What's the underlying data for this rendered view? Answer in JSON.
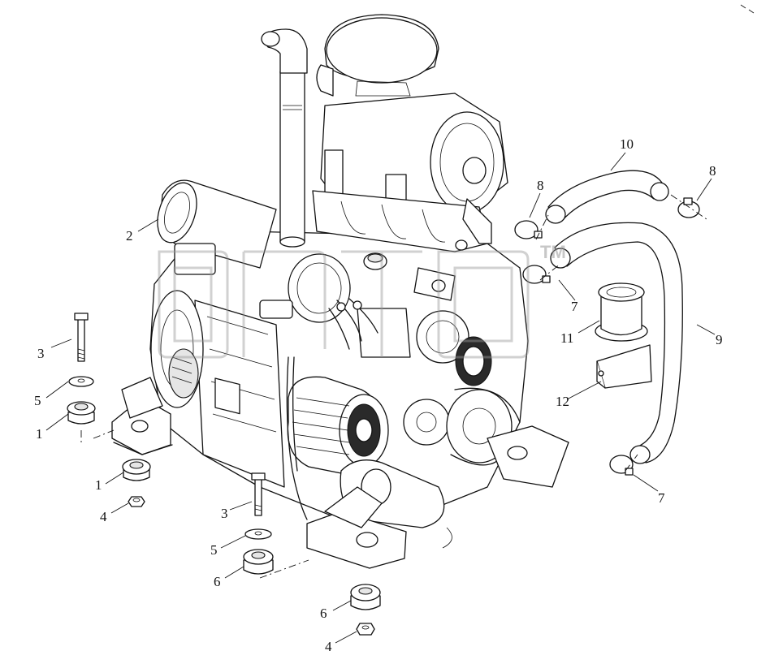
{
  "watermark": {
    "tm": "TM"
  },
  "callouts": [
    {
      "id": "c-10",
      "label": "10"
    },
    {
      "id": "c-8a",
      "label": "8"
    },
    {
      "id": "c-8b",
      "label": "8"
    },
    {
      "id": "c-2",
      "label": "2"
    },
    {
      "id": "c-7a",
      "label": "7"
    },
    {
      "id": "c-11",
      "label": "11"
    },
    {
      "id": "c-9",
      "label": "9"
    },
    {
      "id": "c-3a",
      "label": "3"
    },
    {
      "id": "c-5a",
      "label": "5"
    },
    {
      "id": "c-1a",
      "label": "1"
    },
    {
      "id": "c-12",
      "label": "12"
    },
    {
      "id": "c-1b",
      "label": "1"
    },
    {
      "id": "c-4a",
      "label": "4"
    },
    {
      "id": "c-7b",
      "label": "7"
    },
    {
      "id": "c-3b",
      "label": "3"
    },
    {
      "id": "c-5b",
      "label": "5"
    },
    {
      "id": "c-6a",
      "label": "6"
    },
    {
      "id": "c-6b",
      "label": "6"
    },
    {
      "id": "c-4b",
      "label": "4"
    }
  ]
}
